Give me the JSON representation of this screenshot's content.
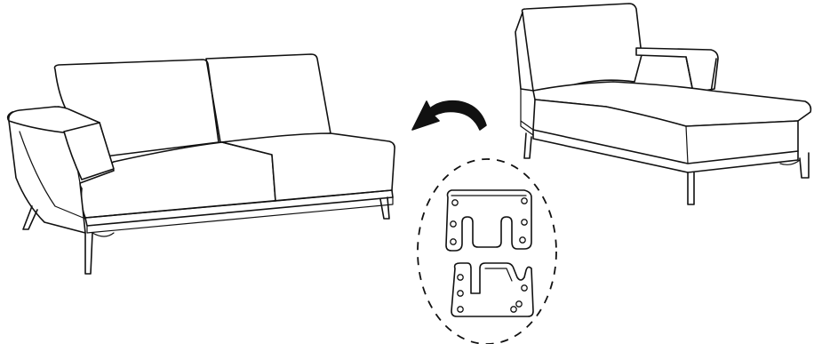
{
  "figure": {
    "kind": "assembly-instruction-illustration",
    "background_color": "#ffffff",
    "line_color": "#111111",
    "components": [
      {
        "id": "left-sofa-section",
        "description_icon": "sofa-icon"
      },
      {
        "id": "right-chaise-section",
        "description_icon": "chaise-longue-icon"
      },
      {
        "id": "rotation-arrow",
        "description_icon": "curved-arrow-icon"
      },
      {
        "id": "connector-brackets-detail",
        "description_icon": "bracket-icon",
        "bracket_count": 2
      }
    ]
  }
}
